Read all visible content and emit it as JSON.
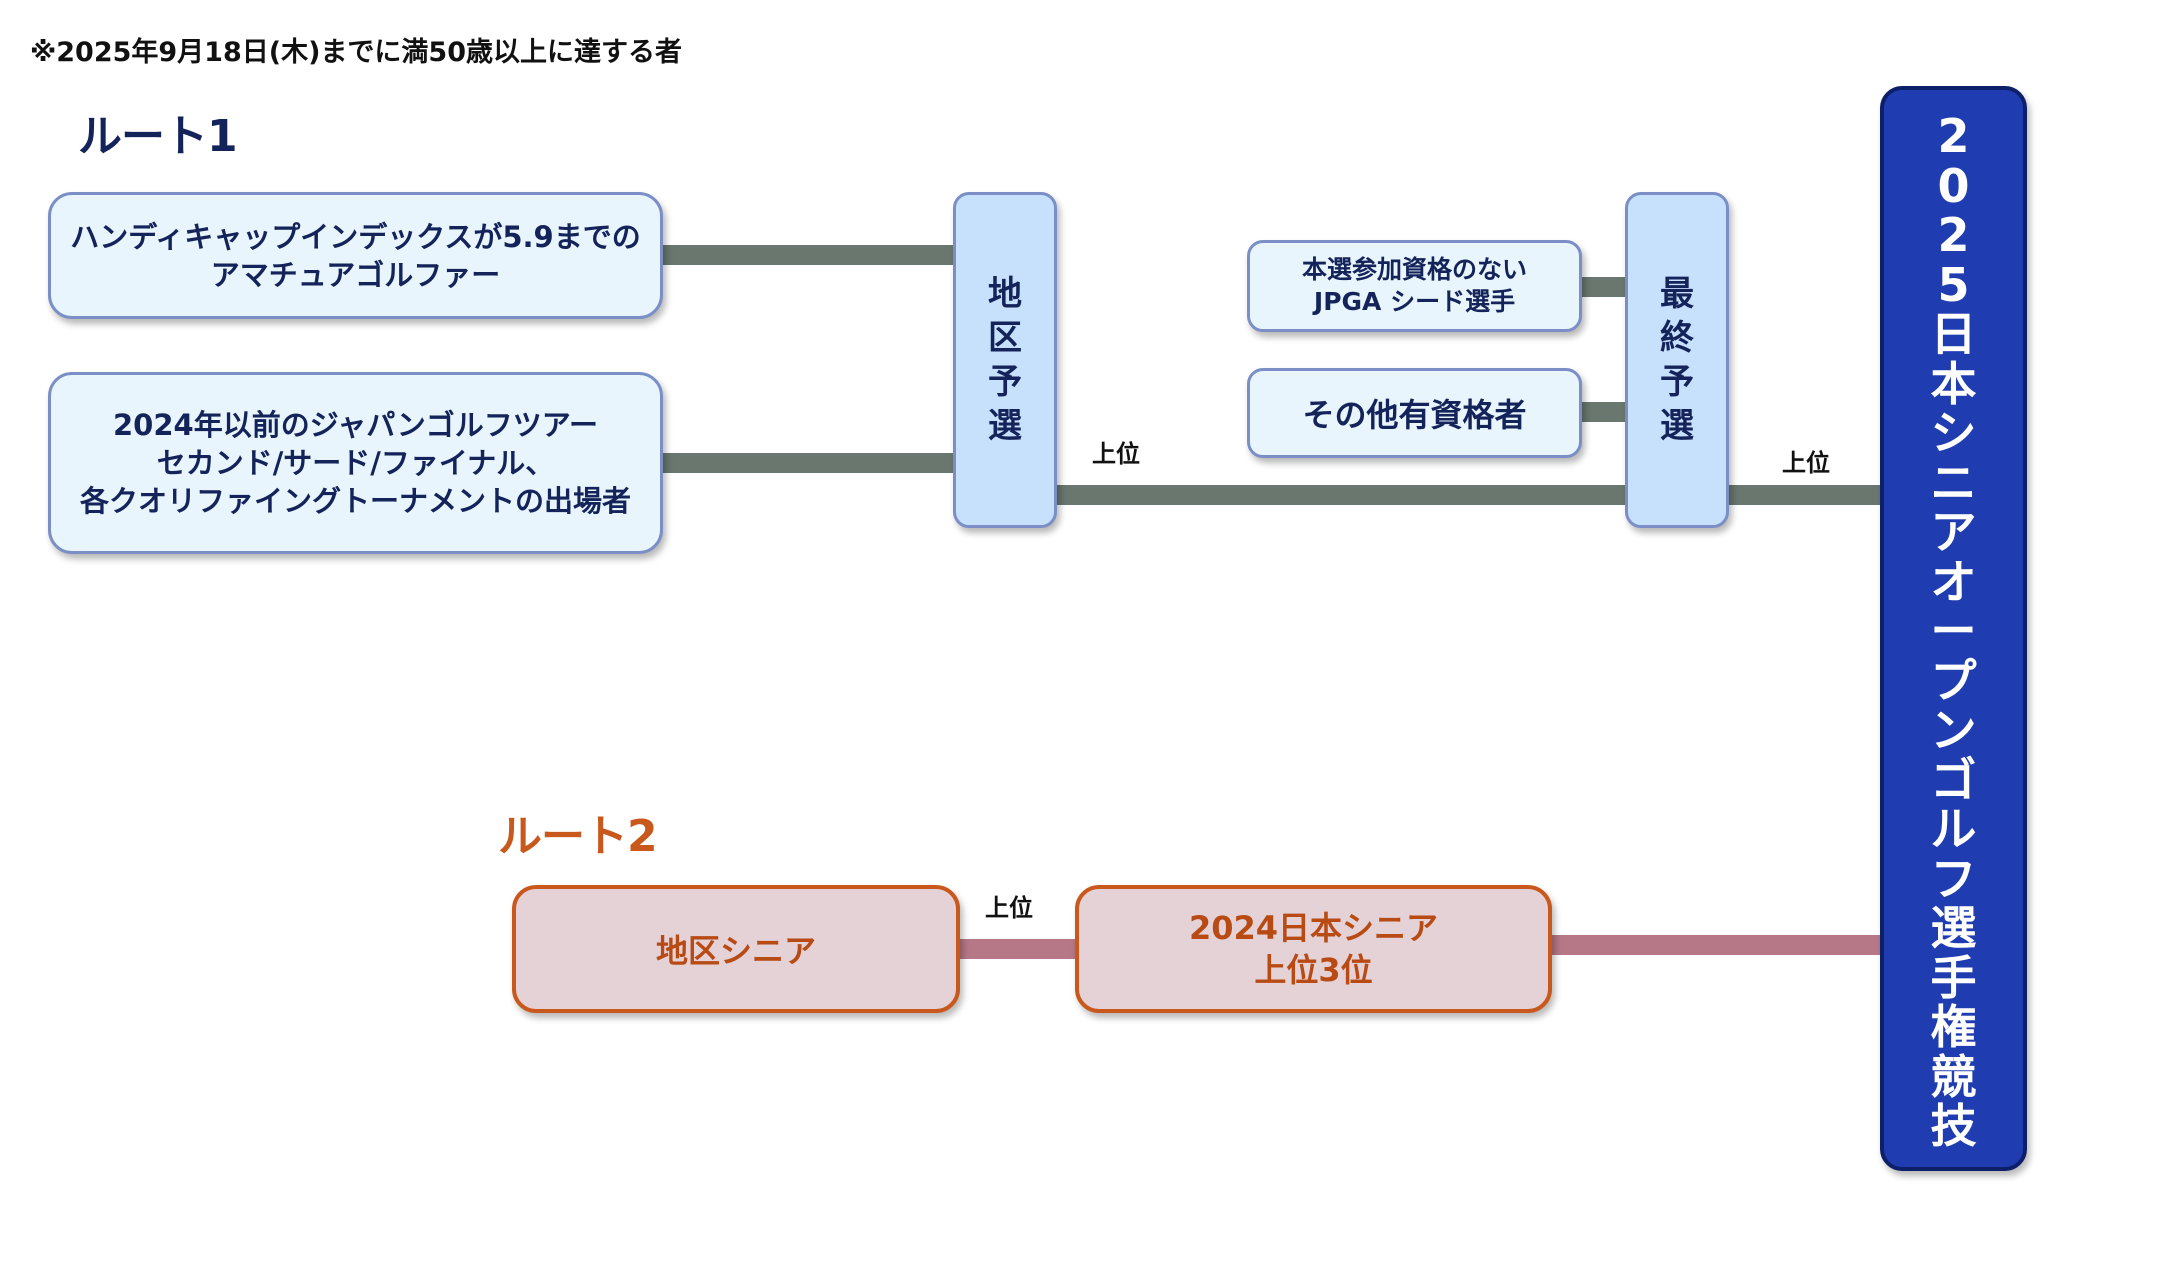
{
  "note": "※2025年9月18日(木)までに満50歳以上に達する者",
  "route1": {
    "label": "ルート1",
    "color": "#14235a",
    "entry_boxes": [
      "ハンディキャップインデックスが5.9までの\nアマチュアゴルファー",
      "2024年以前のジャパンゴルフツアー\nセカンド/サード/ファイナル、\n各クオリファイングトーナメントの出場者"
    ],
    "regional_qualifier": [
      "地",
      "区",
      "予",
      "選"
    ],
    "regional_rank_label": "上位",
    "extra_boxes": [
      "本選参加資格のない\nJPGA シード選手",
      "その他有資格者"
    ],
    "final_qualifier": [
      "最",
      "終",
      "予",
      "選"
    ],
    "final_rank_label": "上位"
  },
  "route2": {
    "label": "ルート2",
    "color": "#c9581c",
    "regional_senior": "地区シニア",
    "rank_label": "上位",
    "national_senior": "2024日本シニア\n上位3位"
  },
  "championship": {
    "chars": [
      "2",
      "0",
      "2",
      "5",
      "日",
      "本",
      "シ",
      "ニ",
      "ア",
      "オ",
      "ー",
      "プ",
      "ン",
      "ゴ",
      "ル",
      "フ",
      "選",
      "手",
      "権",
      "競",
      "技"
    ],
    "bg_color": "#1f3db0"
  }
}
